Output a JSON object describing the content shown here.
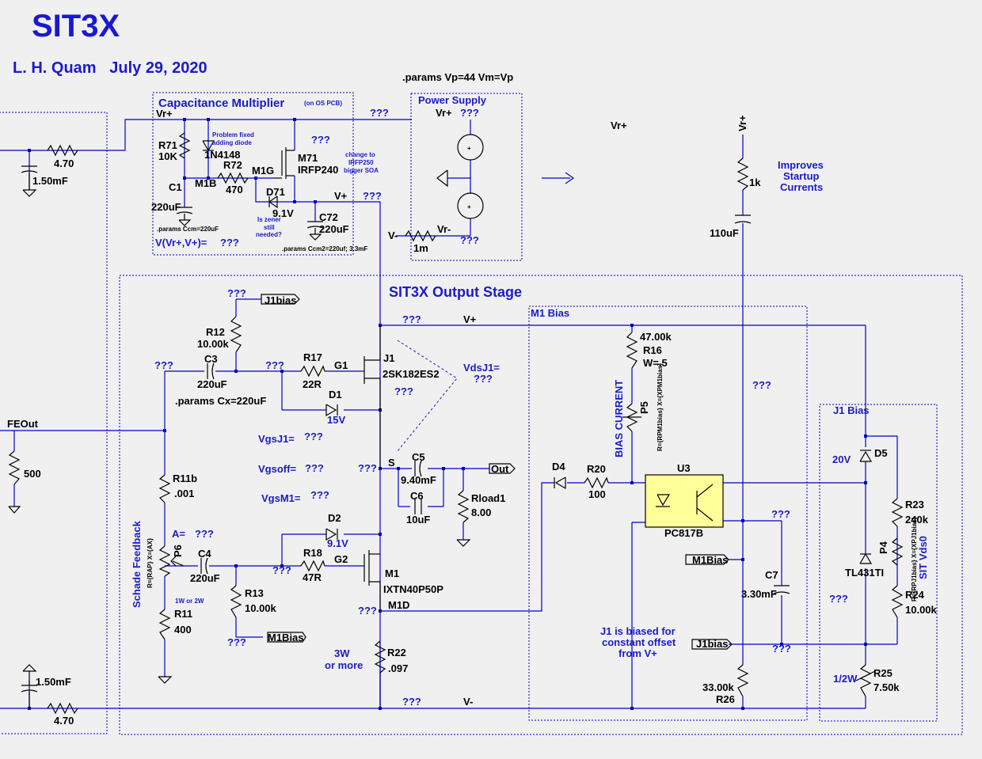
{
  "title": "SIT3X",
  "author_line": "L. H. Quam   July 29, 2020",
  "params_main": ".params Vp=44 Vm=Vp",
  "blocks": {
    "cap_mult": "Capacitance Multiplier",
    "cap_mult_note": "(on OS PCB)",
    "power_supply": "Power Supply",
    "output_stage": "SIT3X Output Stage",
    "m1_bias": "M1 Bias",
    "j1_bias": "J1 Bias"
  },
  "labels": {
    "q": "???",
    "vrp": "Vr+",
    "vrm": "Vr-",
    "vp": "V+",
    "vm": "V-",
    "feout": "FEOut",
    "out": "Out",
    "j1bias": "J1bias",
    "m1bias": "M1Bias",
    "s": "S",
    "g1": "G1",
    "g2": "G2",
    "m1g": "M1G",
    "m1b": "M1B",
    "m1d": "M1D",
    "j1": "J1",
    "j1_part": "2SK182ES2",
    "m1": "M1",
    "m1_part": "IXTN40P50P",
    "m71": "M71",
    "m71_part": "IRFP240",
    "d71": "D71",
    "d71_val": "9.1V",
    "dz": "1N4148",
    "d1": "D1",
    "d1_val": "15V",
    "d2": "D2",
    "d2_val": "9.1V",
    "d4": "D4",
    "d5": "D5",
    "d5_val": "20V",
    "u3": "U3",
    "u3_part": "PC817B",
    "tl431": "TL431TI",
    "r71": "R71",
    "r71_val": "10K",
    "r72": "R72",
    "r72_val": "470",
    "c1": "C1",
    "c1_val": "220uF",
    "c72": "C72",
    "c72_val": "220uF",
    "res470": "4.70",
    "cap150": "1.50mF",
    "r1m": "1m",
    "res1k": "1k",
    "cap110": "110uF",
    "r12": "R12",
    "r12_val": "10.00k",
    "c3": "C3",
    "c3_val": "220uF",
    "r17": "R17",
    "r17_val": "22R",
    "r11b": "R11b",
    "r11b_val": ".001",
    "r500": "500",
    "p6": "P6",
    "p6_expr": "R={RAP} X={AX}",
    "c4": "C4",
    "c4_val": "220uF",
    "r18": "R18",
    "r18_val": "47R",
    "r13": "R13",
    "r13_val": "10.00k",
    "r11": "R11",
    "r11_val": "400",
    "r11_note": "1W or 2W",
    "c5": "C5",
    "c5_val": "9.40mF",
    "c6": "C6",
    "c6_val": "10uF",
    "rload": "Rload1",
    "rload_val": "8.00",
    "r22": "R22",
    "r22_val": ".097",
    "r16": "R16",
    "r16_val": "47.00k",
    "r16_w": "W=.5",
    "p5": "P5",
    "p5_expr": "R={RPM1bias} X={XPM1bias}",
    "r20": "R20",
    "r20_val": "100",
    "c7": "C7",
    "c7_val": "3.30mF",
    "r26": "R26",
    "r26_val": "33.00k",
    "r23": "R23",
    "r23_val": "240k",
    "r24": "R24",
    "r24_val": "10.00k",
    "r25": "R25",
    "r25_val": "7.50k",
    "p4": "P4",
    "p4_expr": "R={RPJ1bias} X={XPJ1bias}",
    "vdsj1": "VdsJ1=",
    "vgsj1": "VgsJ1=",
    "vgsoff": "Vgsoff=",
    "vgsm1": "VgsM1=",
    "a_eq": "A=",
    "vvr": "V(Vr+,V+)=",
    "params_ccm": ".params Ccm=220uF",
    "params_ccm2": ".params Ccm2=220uf; 3.3mF",
    "params_cx": ".params Cx=220uF",
    "problem_fixed": "Problem fixed",
    "adding_diode": "adding diode",
    "is_zener": "Is zener",
    "still": "still",
    "needed": "needed?",
    "change_to": "change to",
    "irfp250": "IRFP250",
    "bigger_soa": "bigger SOA",
    "improves": "Improves",
    "startup": "Startup",
    "currents": "Currents",
    "schade": "Schade Feedback",
    "bias_current": "BIAS CURRENT",
    "sit_vds0": "SIT Vds0",
    "w3": "3W",
    "or_more": "or more",
    "half_w": "1/2W",
    "j1_note1": "J1 is biased for",
    "j1_note2": "constant offset",
    "j1_note3": "from V+",
    "zero": "0"
  },
  "colors": {
    "wire": "#0000cc",
    "label": "#1a1acc",
    "part": "#000000",
    "optocoupler": "#ffff99"
  }
}
